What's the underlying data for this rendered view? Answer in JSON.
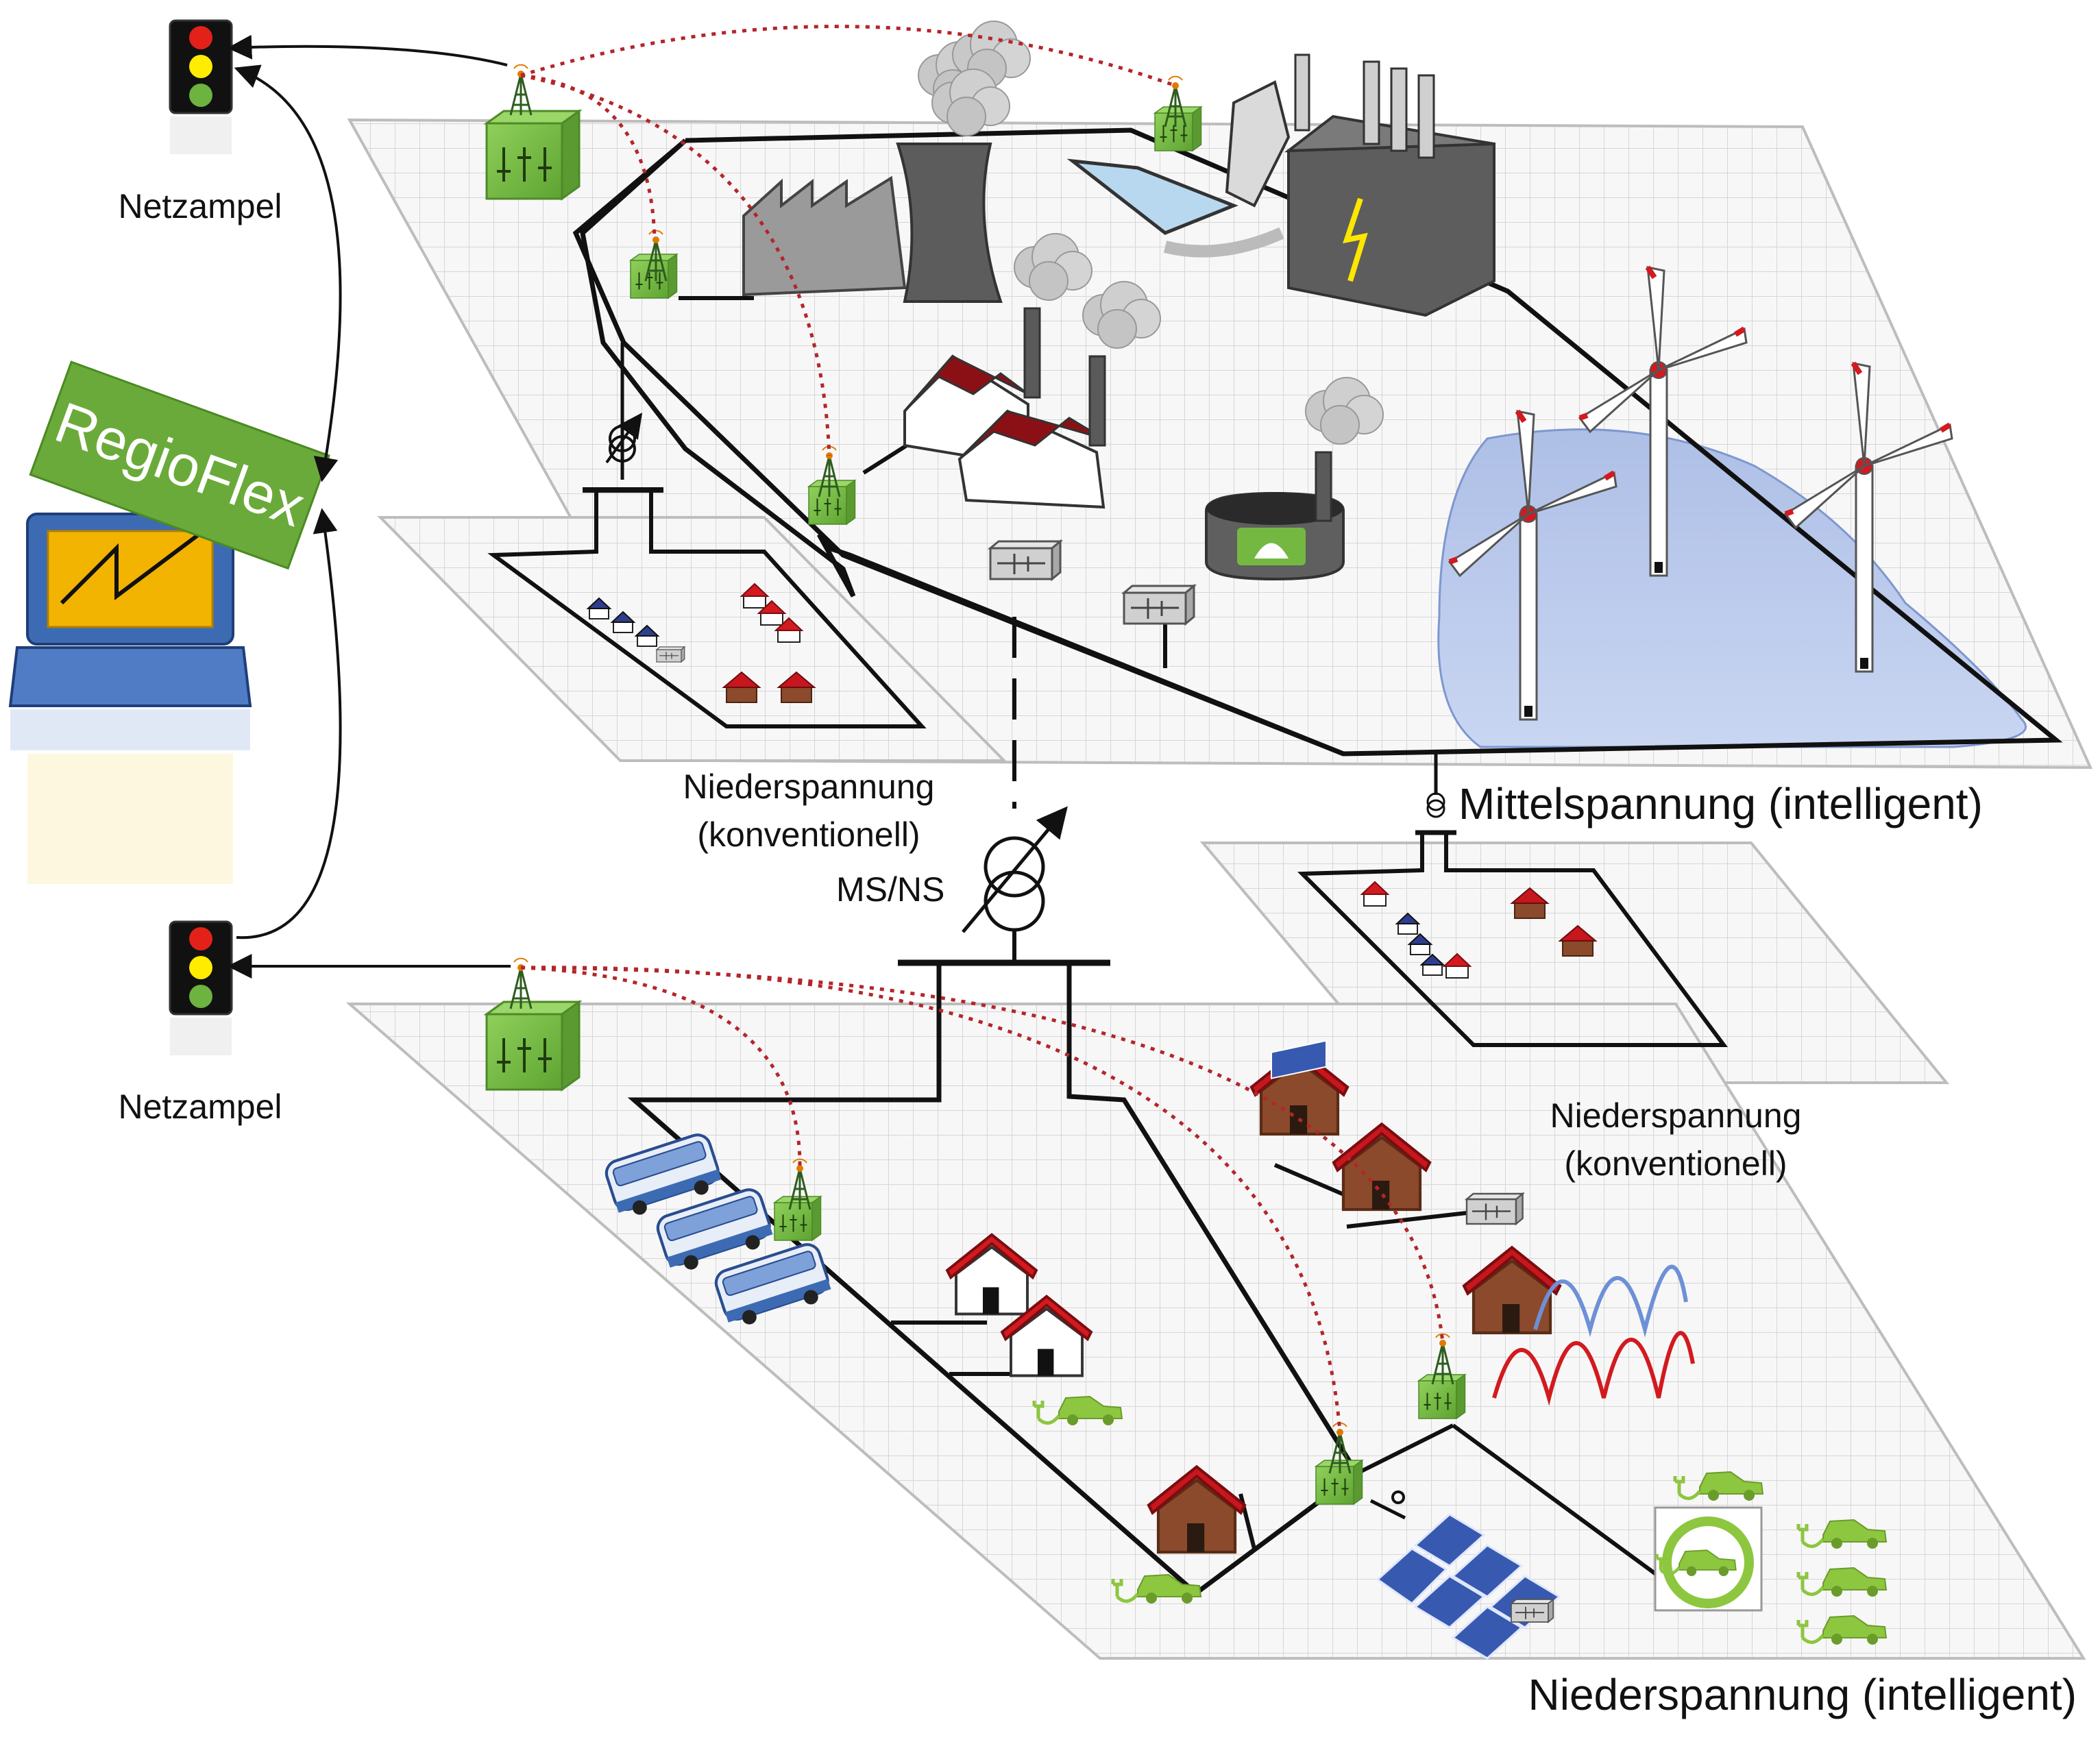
{
  "colors": {
    "grid_line": "#d8d8d8",
    "grid_edge": "#bdbdbd",
    "network_line": "#111111",
    "radio_link": "#b3262a",
    "controller_green": "#7cc24a",
    "regioflex_green": "#6aaa3a",
    "water": "#b8c9ea",
    "roof_red": "#c8161d",
    "wall_brown": "#8b4a2b",
    "ev_green": "#8dc63f",
    "laptop_blue": "#3d6bb3",
    "laptop_screen": "#f2b400"
  },
  "labels": {
    "netzampel_top": "Netzampel",
    "netzampel_bottom": "Netzampel",
    "regioflex": "RegioFlex",
    "ns_konv_left_1": "Niederspannung",
    "ns_konv_left_2": "(konventionell)",
    "ms_ns": "MS/NS",
    "mittelspannung": "Mittelspannung (intelligent)",
    "ns_konv_right_1": "Niederspannung",
    "ns_konv_right_2": "(konventionell)",
    "ns_intelligent": "Niederspannung (intelligent)"
  },
  "traffic_lights": [
    {
      "name": "netzampel-top",
      "states": [
        "red",
        "yellow",
        "green"
      ]
    },
    {
      "name": "netzampel-bottom",
      "states": [
        "red",
        "yellow",
        "green"
      ]
    }
  ],
  "icons": [
    "traffic-light-icon",
    "laptop-icon",
    "cell-tower-icon",
    "controller-box-icon",
    "power-plant-icon",
    "cooling-tower-icon",
    "factory-icon",
    "biogas-plant-icon",
    "wind-turbine-icon",
    "house-icon",
    "bus-icon",
    "electric-car-icon",
    "solar-panel-icon",
    "heat-pump-icon",
    "battery-storage-icon",
    "transformer-icon"
  ]
}
